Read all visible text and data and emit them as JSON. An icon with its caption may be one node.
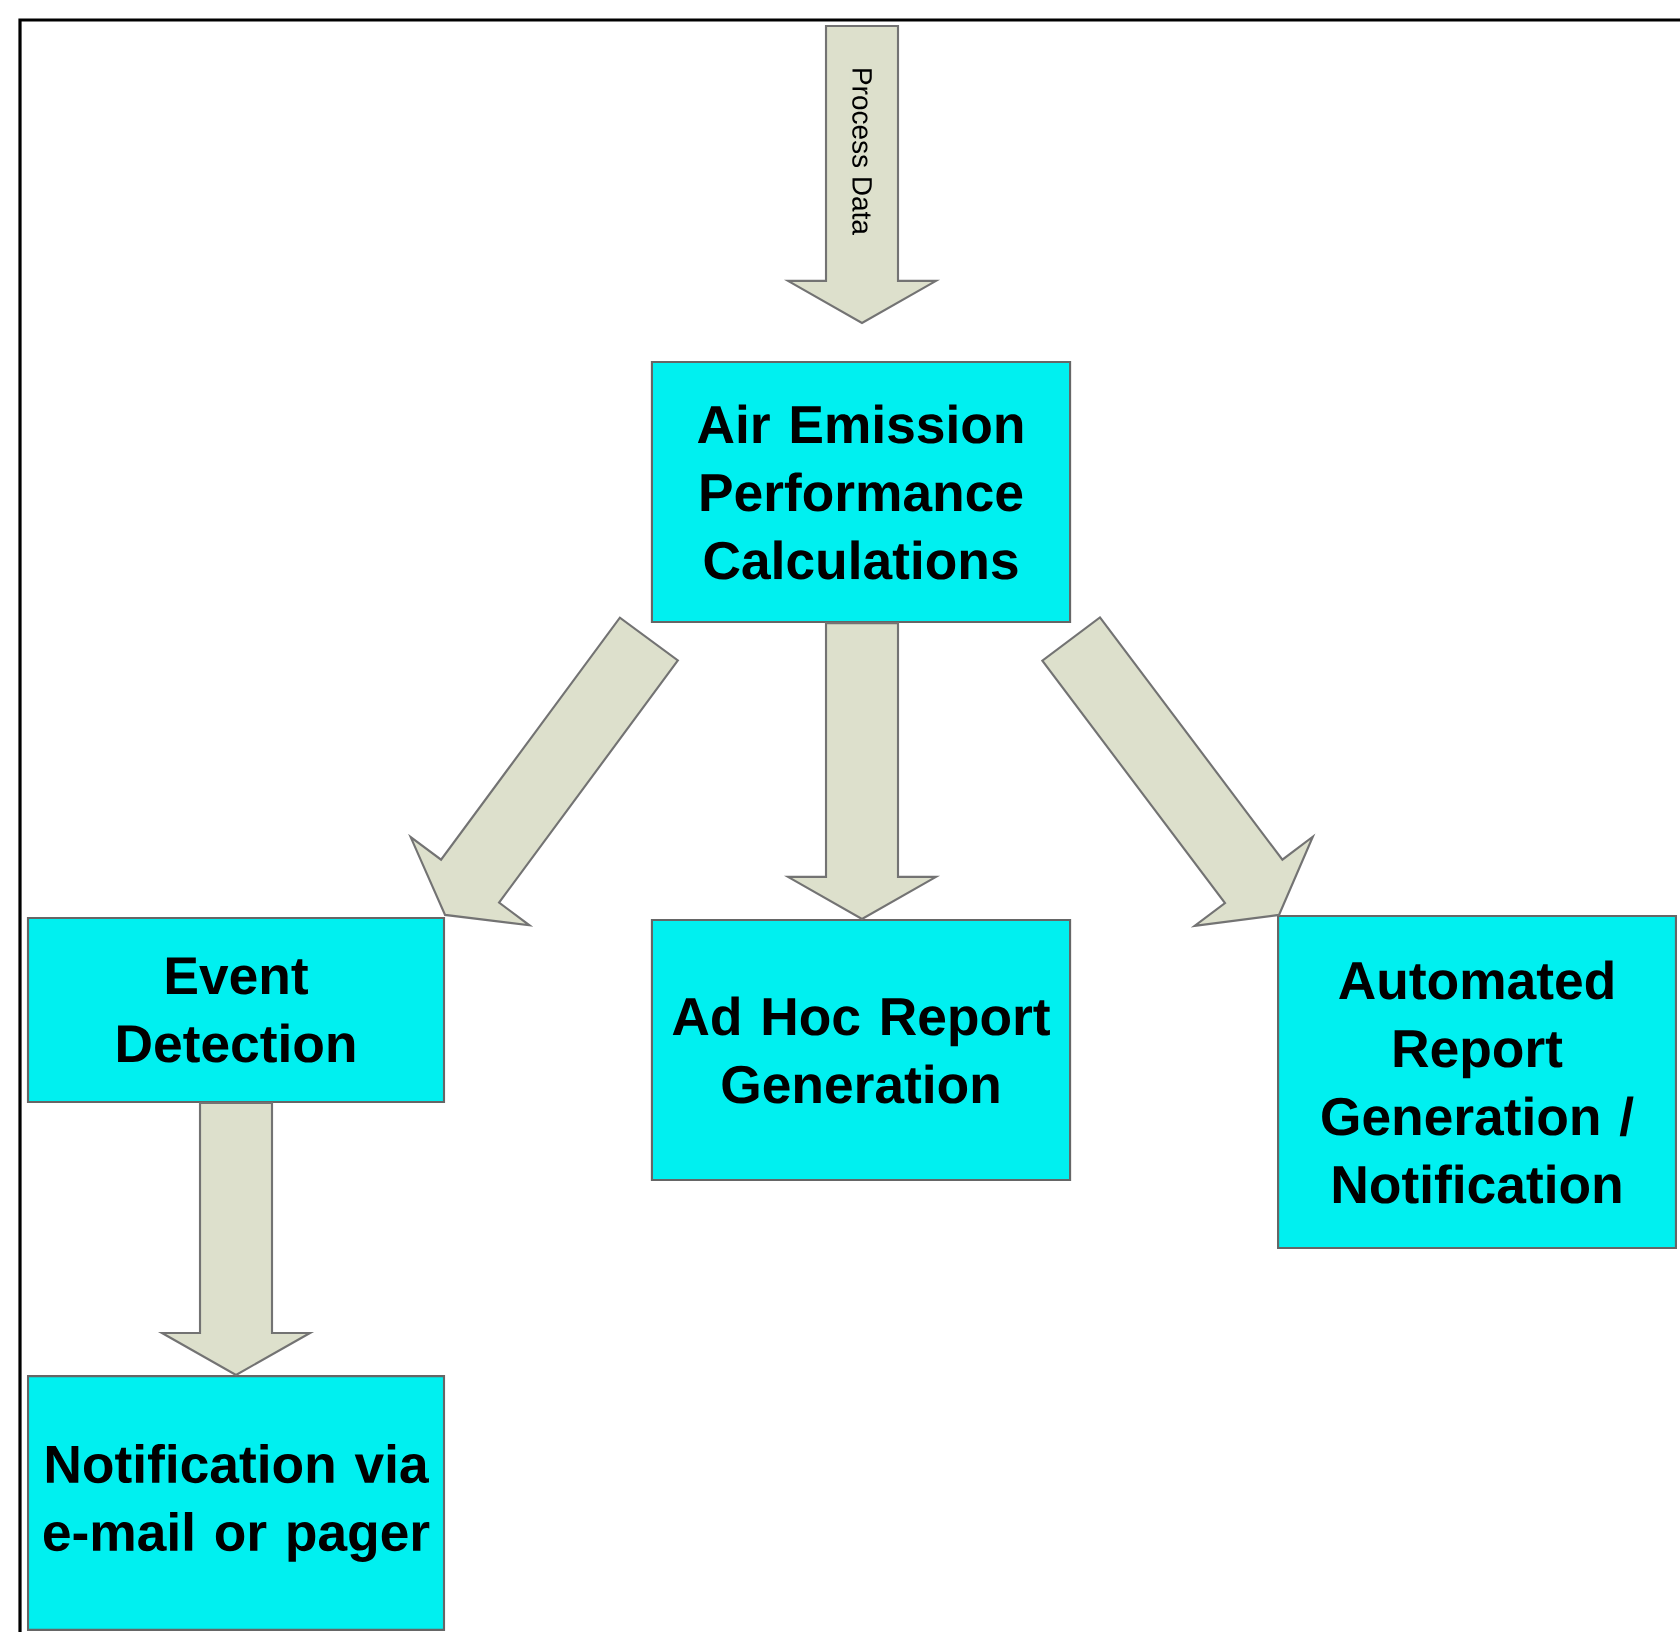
{
  "diagram": {
    "nodes": [
      {
        "text": [
          "Air Emission Performance Calculations"
        ]
      },
      {
        "text": [
          "Event Detection"
        ]
      },
      {
        "text": [
          "Ad Hoc Report Generation"
        ]
      },
      {
        "text": [
          "Automated Report Generation / Notification"
        ]
      },
      {
        "text": [
          "Notification via e-mail or pager"
        ]
      }
    ],
    "edges": [
      {
        "from": null,
        "to": 0,
        "arrow": "to",
        "label": "Process Data"
      },
      {
        "from": 0,
        "to": 1,
        "arrow": "to"
      },
      {
        "from": 0,
        "to": 2,
        "arrow": "to"
      },
      {
        "from": 0,
        "to": 3,
        "arrow": "to"
      },
      {
        "from": 1,
        "to": 4,
        "arrow": "to"
      }
    ]
  }
}
